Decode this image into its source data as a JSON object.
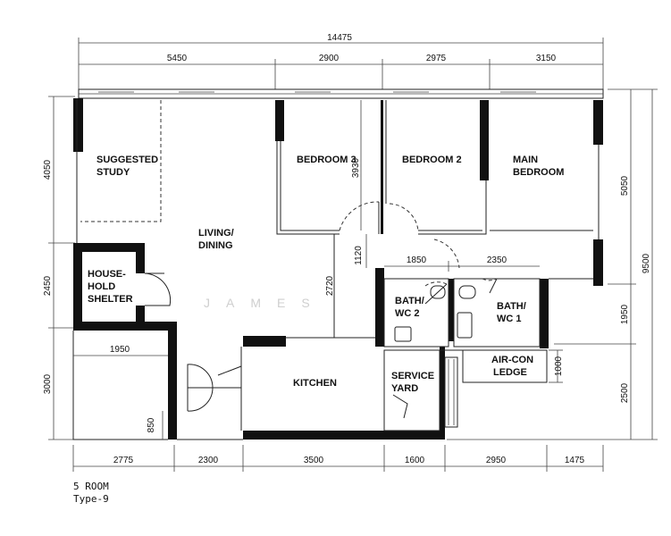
{
  "plan": {
    "rooms": {
      "suggested_study": [
        "SUGGESTED",
        "STUDY"
      ],
      "bedroom3": "BEDROOM 3",
      "bedroom2": "BEDROOM 2",
      "main_bedroom": [
        "MAIN",
        "BEDROOM"
      ],
      "living_dining": [
        "LIVING/",
        "DINING"
      ],
      "household_shelter": [
        "HOUSE-",
        "HOLD",
        "SHELTER"
      ],
      "kitchen": "KITCHEN",
      "bath_wc2": [
        "BATH/",
        "WC 2"
      ],
      "bath_wc1": [
        "BATH/",
        "WC 1"
      ],
      "service_yard": [
        "SERVICE",
        "YARD"
      ],
      "aircon_ledge": [
        "AIR-CON",
        "LEDGE"
      ]
    },
    "dimensions": {
      "top_total": "14475",
      "top": [
        "5450",
        "2900",
        "2975",
        "3150"
      ],
      "bottom": [
        "2775",
        "2300",
        "3500",
        "1600",
        "2950",
        "1475"
      ],
      "left": [
        "4050",
        "2450",
        "3000"
      ],
      "right_outer": "9500",
      "right_inner": [
        "5050",
        "1950",
        "2500"
      ],
      "interior": {
        "d3930": "3930",
        "d1120": "1120",
        "d1850": "1850",
        "d2350": "2350",
        "d2720": "2720",
        "d1950": "1950",
        "d850": "850",
        "d1000": "1000"
      }
    },
    "watermark": "JAMES",
    "caption": [
      "5 ROOM",
      "Type-9"
    ]
  }
}
